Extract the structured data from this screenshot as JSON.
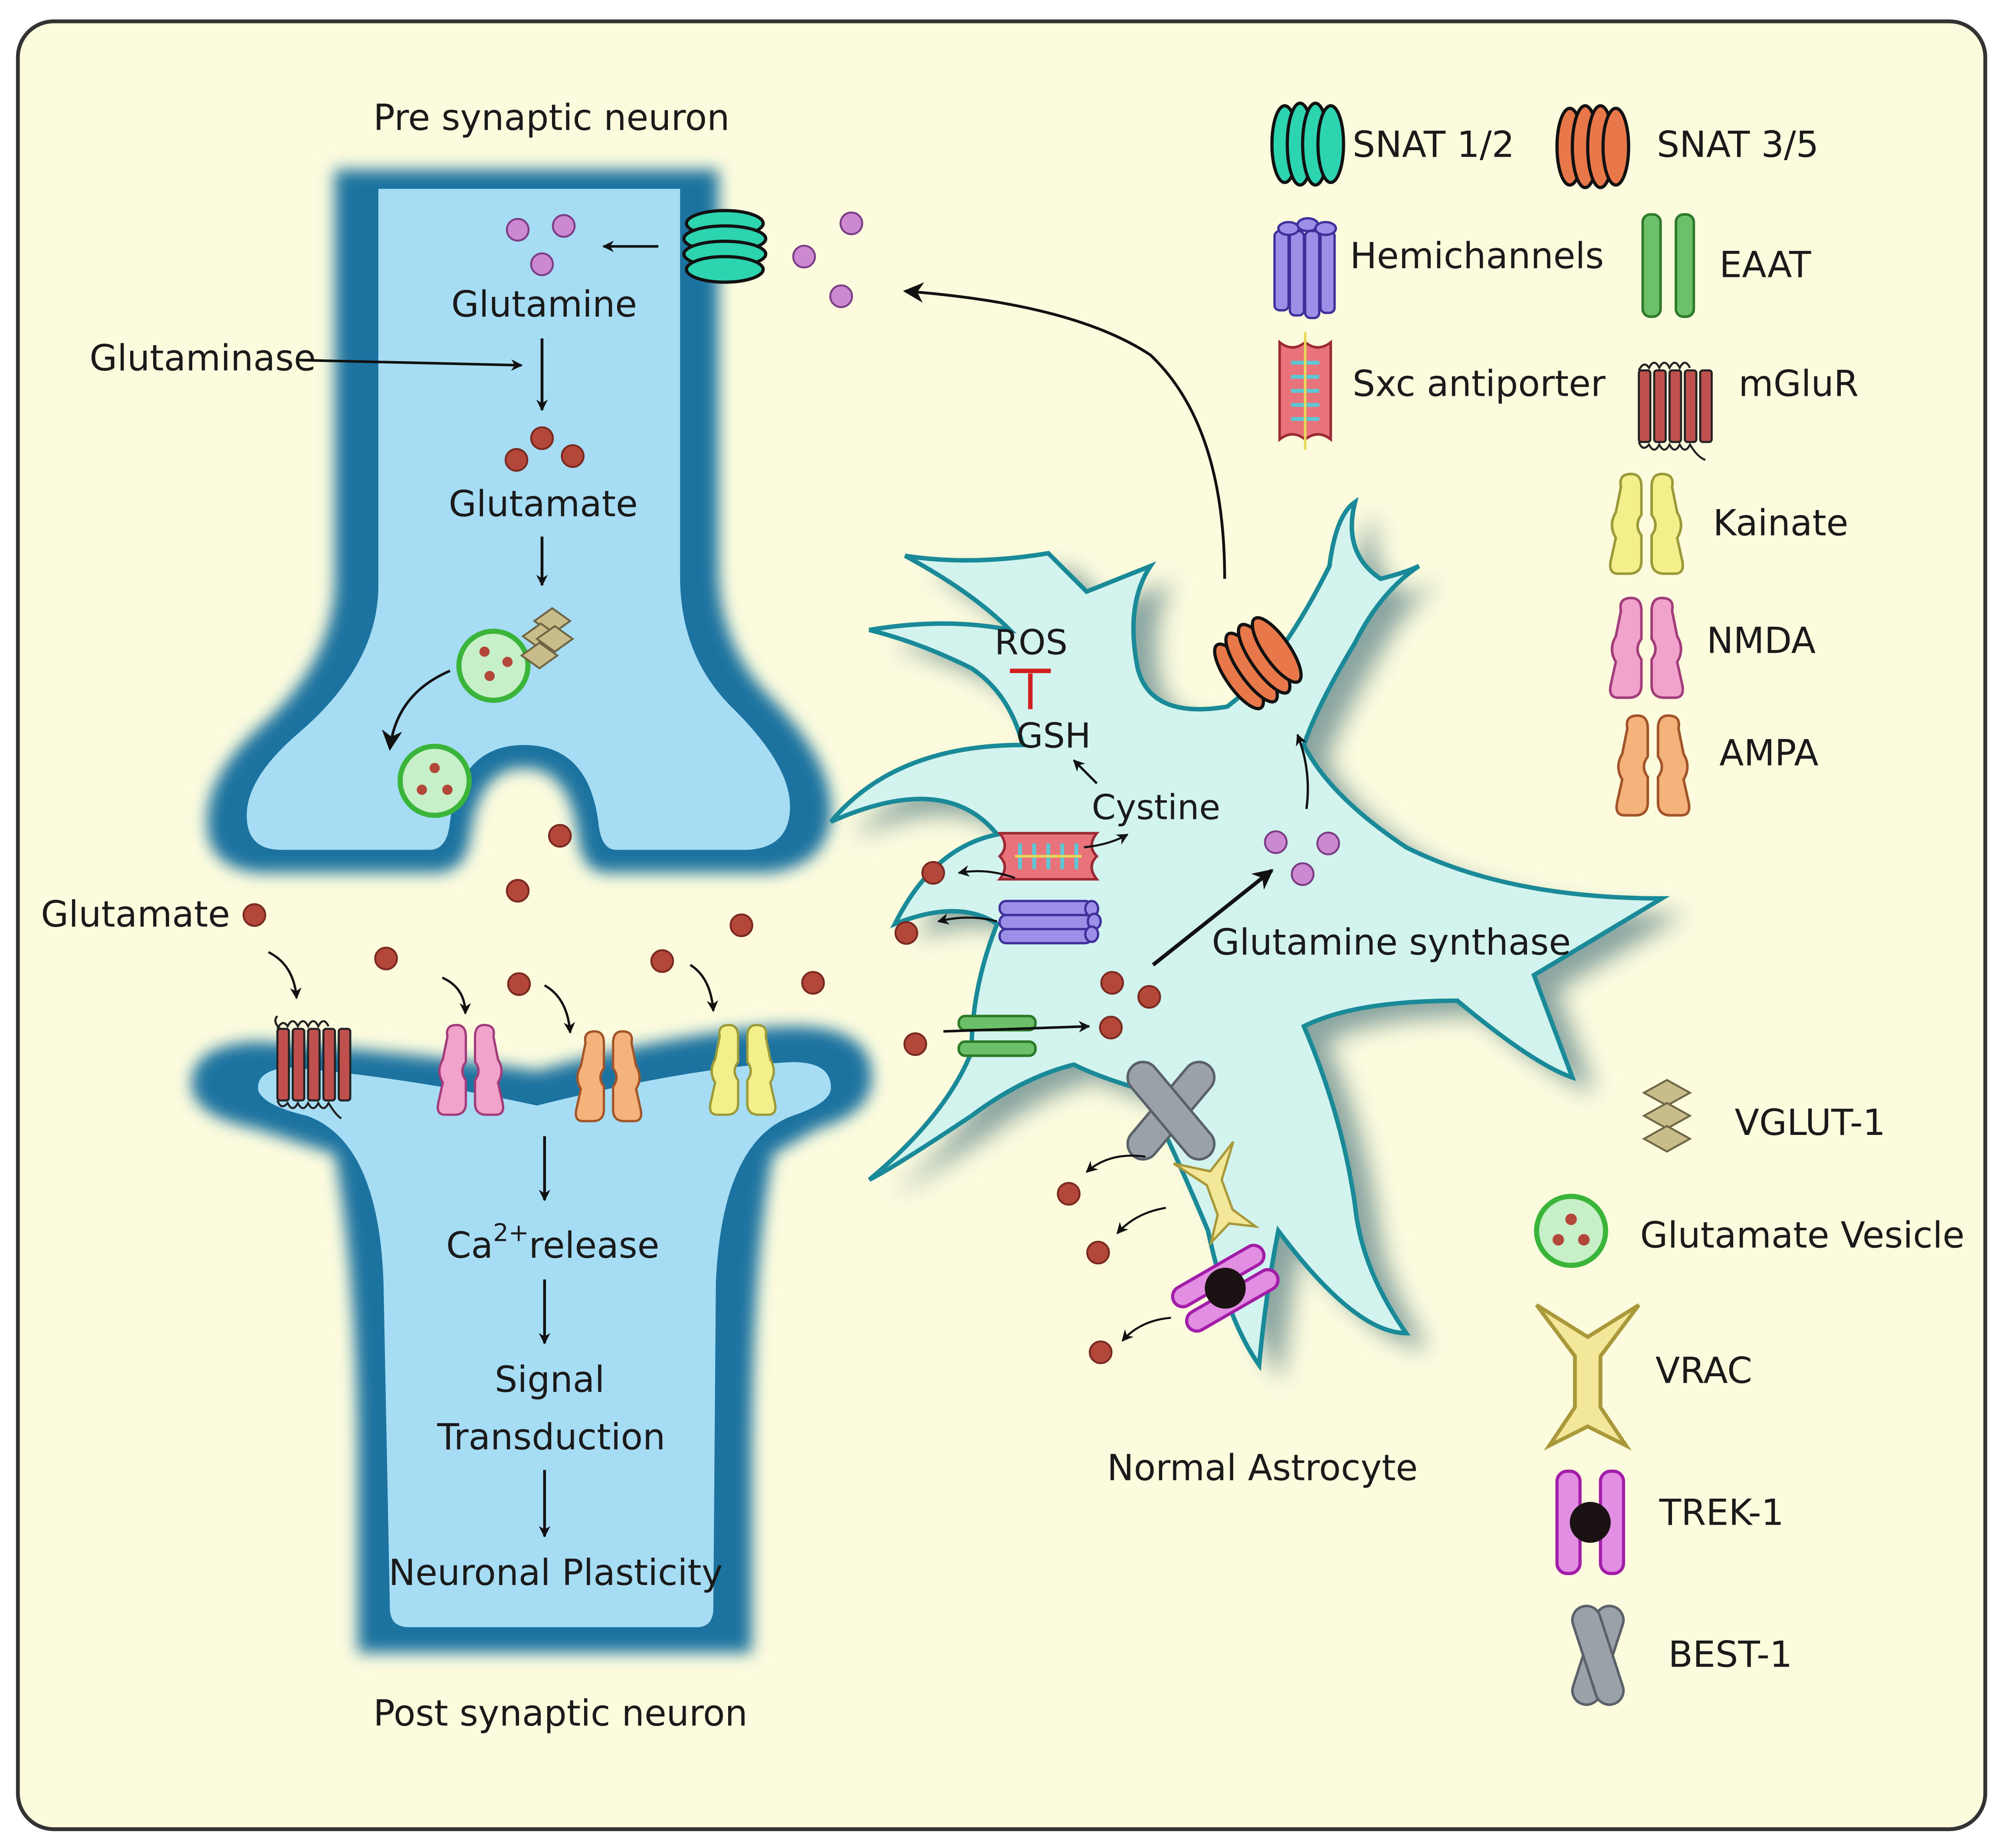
{
  "labels": {
    "pre_neuron": "Pre synaptic neuron",
    "post_neuron": "Post synaptic neuron",
    "astrocyte": "Normal Astrocyte",
    "glutamine": "Glutamine",
    "glutaminase": "Glutaminase",
    "glutamate_pre": "Glutamate",
    "glutamate_cleft": "Glutamate",
    "ca_prefix": "Ca",
    "ca_sup": "2+",
    "ca_suffix": "release",
    "signal": "Signal",
    "transduction": "Transduction",
    "plasticity": "Neuronal Plasticity",
    "ros": "ROS",
    "gsh": "GSH",
    "cystine": "Cystine",
    "glutamine_synthase": "Glutamine synthase"
  },
  "legend": {
    "snat12": "SNAT 1/2",
    "snat35": "SNAT 3/5",
    "hemichannels": "Hemichannels",
    "eaat": "EAAT",
    "sxc": "Sxc antiporter",
    "mglur": "mGluR",
    "kainate": "Kainate",
    "nmda": "NMDA",
    "ampa": "AMPA",
    "vglut1": "VGLUT-1",
    "vesicle": "Glutamate Vesicle",
    "vrac": "VRAC",
    "trek1": "TREK-1",
    "best1": "BEST-1"
  },
  "colors": {
    "background": "#fcfbde",
    "neuron_fill": "#a7dcf5",
    "neuron_outline": "#1c73a0",
    "astrocyte_fill": "#d2f3ee",
    "astrocyte_outline": "#1a8a98",
    "glutamine_dot": "#cc88d1",
    "glutamate_dot": "#b3473a",
    "snat12": "#2dd4b0",
    "snat35": "#e8784a",
    "hemichannel": "#9b8fe8",
    "eaat": "#6dc06a",
    "sxc": "#e8737a",
    "mglur": "#c0504d",
    "kainate": "#f3f08c",
    "nmda": "#f2a3cc",
    "ampa": "#f5b27a",
    "vglut": "#c8bc8a",
    "vesicle": "#c8f0c8",
    "vrac": "#f3e79a",
    "trek": "#e28ee3",
    "best": "#9aa1a8",
    "inhibit": "#d22020"
  }
}
